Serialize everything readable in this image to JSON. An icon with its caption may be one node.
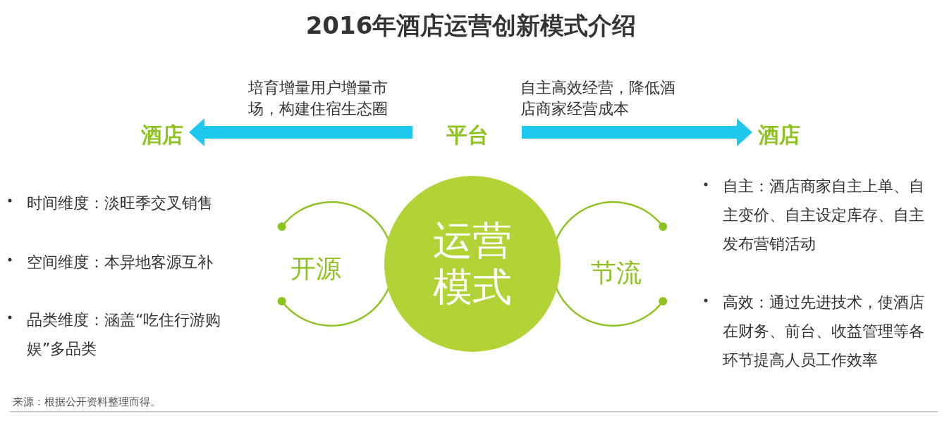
{
  "diagram": {
    "title": "2016年酒店运营创新模式介绍",
    "nodes": [
      {
        "text": [
          "平台"
        ]
      },
      {
        "text": [
          "酒店"
        ]
      },
      {
        "text": [
          "酒店"
        ]
      },
      {
        "text": [
          "运营模式"
        ]
      }
    ],
    "edges": [
      {
        "from": 0,
        "to": 1,
        "arrow": "to",
        "label": "培育增量用户增量市场，构建住宿生态圈"
      },
      {
        "from": 0,
        "to": 2,
        "arrow": "to",
        "label": "自主高效经营，降低酒店商家经营成本"
      }
    ],
    "labels": [
      "时间维度：淡旺季交叉销售",
      "自主：酒店商家自主上单、自主变价、自主设定库存、自主发布营销活动",
      "空间维度：本异地客源互补",
      "开源",
      "节流",
      "品类维度：涵盖“吃住行游购娱”多品类",
      "高效：通过先进技术，使酒店在财务、前台、收益管理等各环节提高人员工作效率",
      "来源：根据公开资料整理而得。"
    ]
  }
}
